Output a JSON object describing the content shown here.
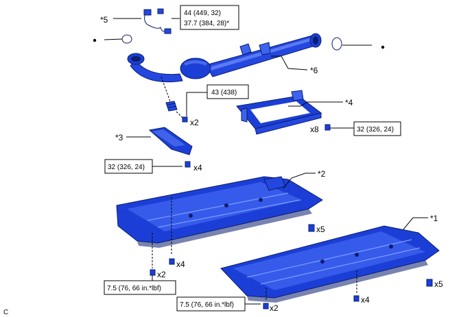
{
  "callouts": {
    "c1": "*1",
    "c2": "*2",
    "c3": "*3",
    "c4": "*4",
    "c5": "*5",
    "c6": "*6"
  },
  "torques": {
    "t_sensor_l1": "44 (449, 32)",
    "t_sensor_l2": "37.7 (384, 28)*",
    "t_pipe_bolt": "43 (438)",
    "t_bracket": "32 (326, 24)",
    "t_brace": "32 (326, 24)",
    "t_cover_front": "7.5 (76, 66 in.*lbf)",
    "t_cover_rear": "7.5 (76, 66 in.*lbf)"
  },
  "quantities": {
    "q_pipe_bolt": "x2",
    "q_bracket": "x8",
    "q_brace": "x4",
    "q_cover2_clip": "x5",
    "q_cover2_bolt": "x4",
    "q_cover2_screw": "x2",
    "q_cover1_clip": "x5",
    "q_cover1_bolt": "x4",
    "q_cover1_screw": "x2"
  },
  "corner_code": "C",
  "colors": {
    "part_dark": "#0b1d6e",
    "part_mid": "#1b3fd6",
    "part_light": "#3d63f0",
    "part_highlight": "#7f9cff"
  }
}
